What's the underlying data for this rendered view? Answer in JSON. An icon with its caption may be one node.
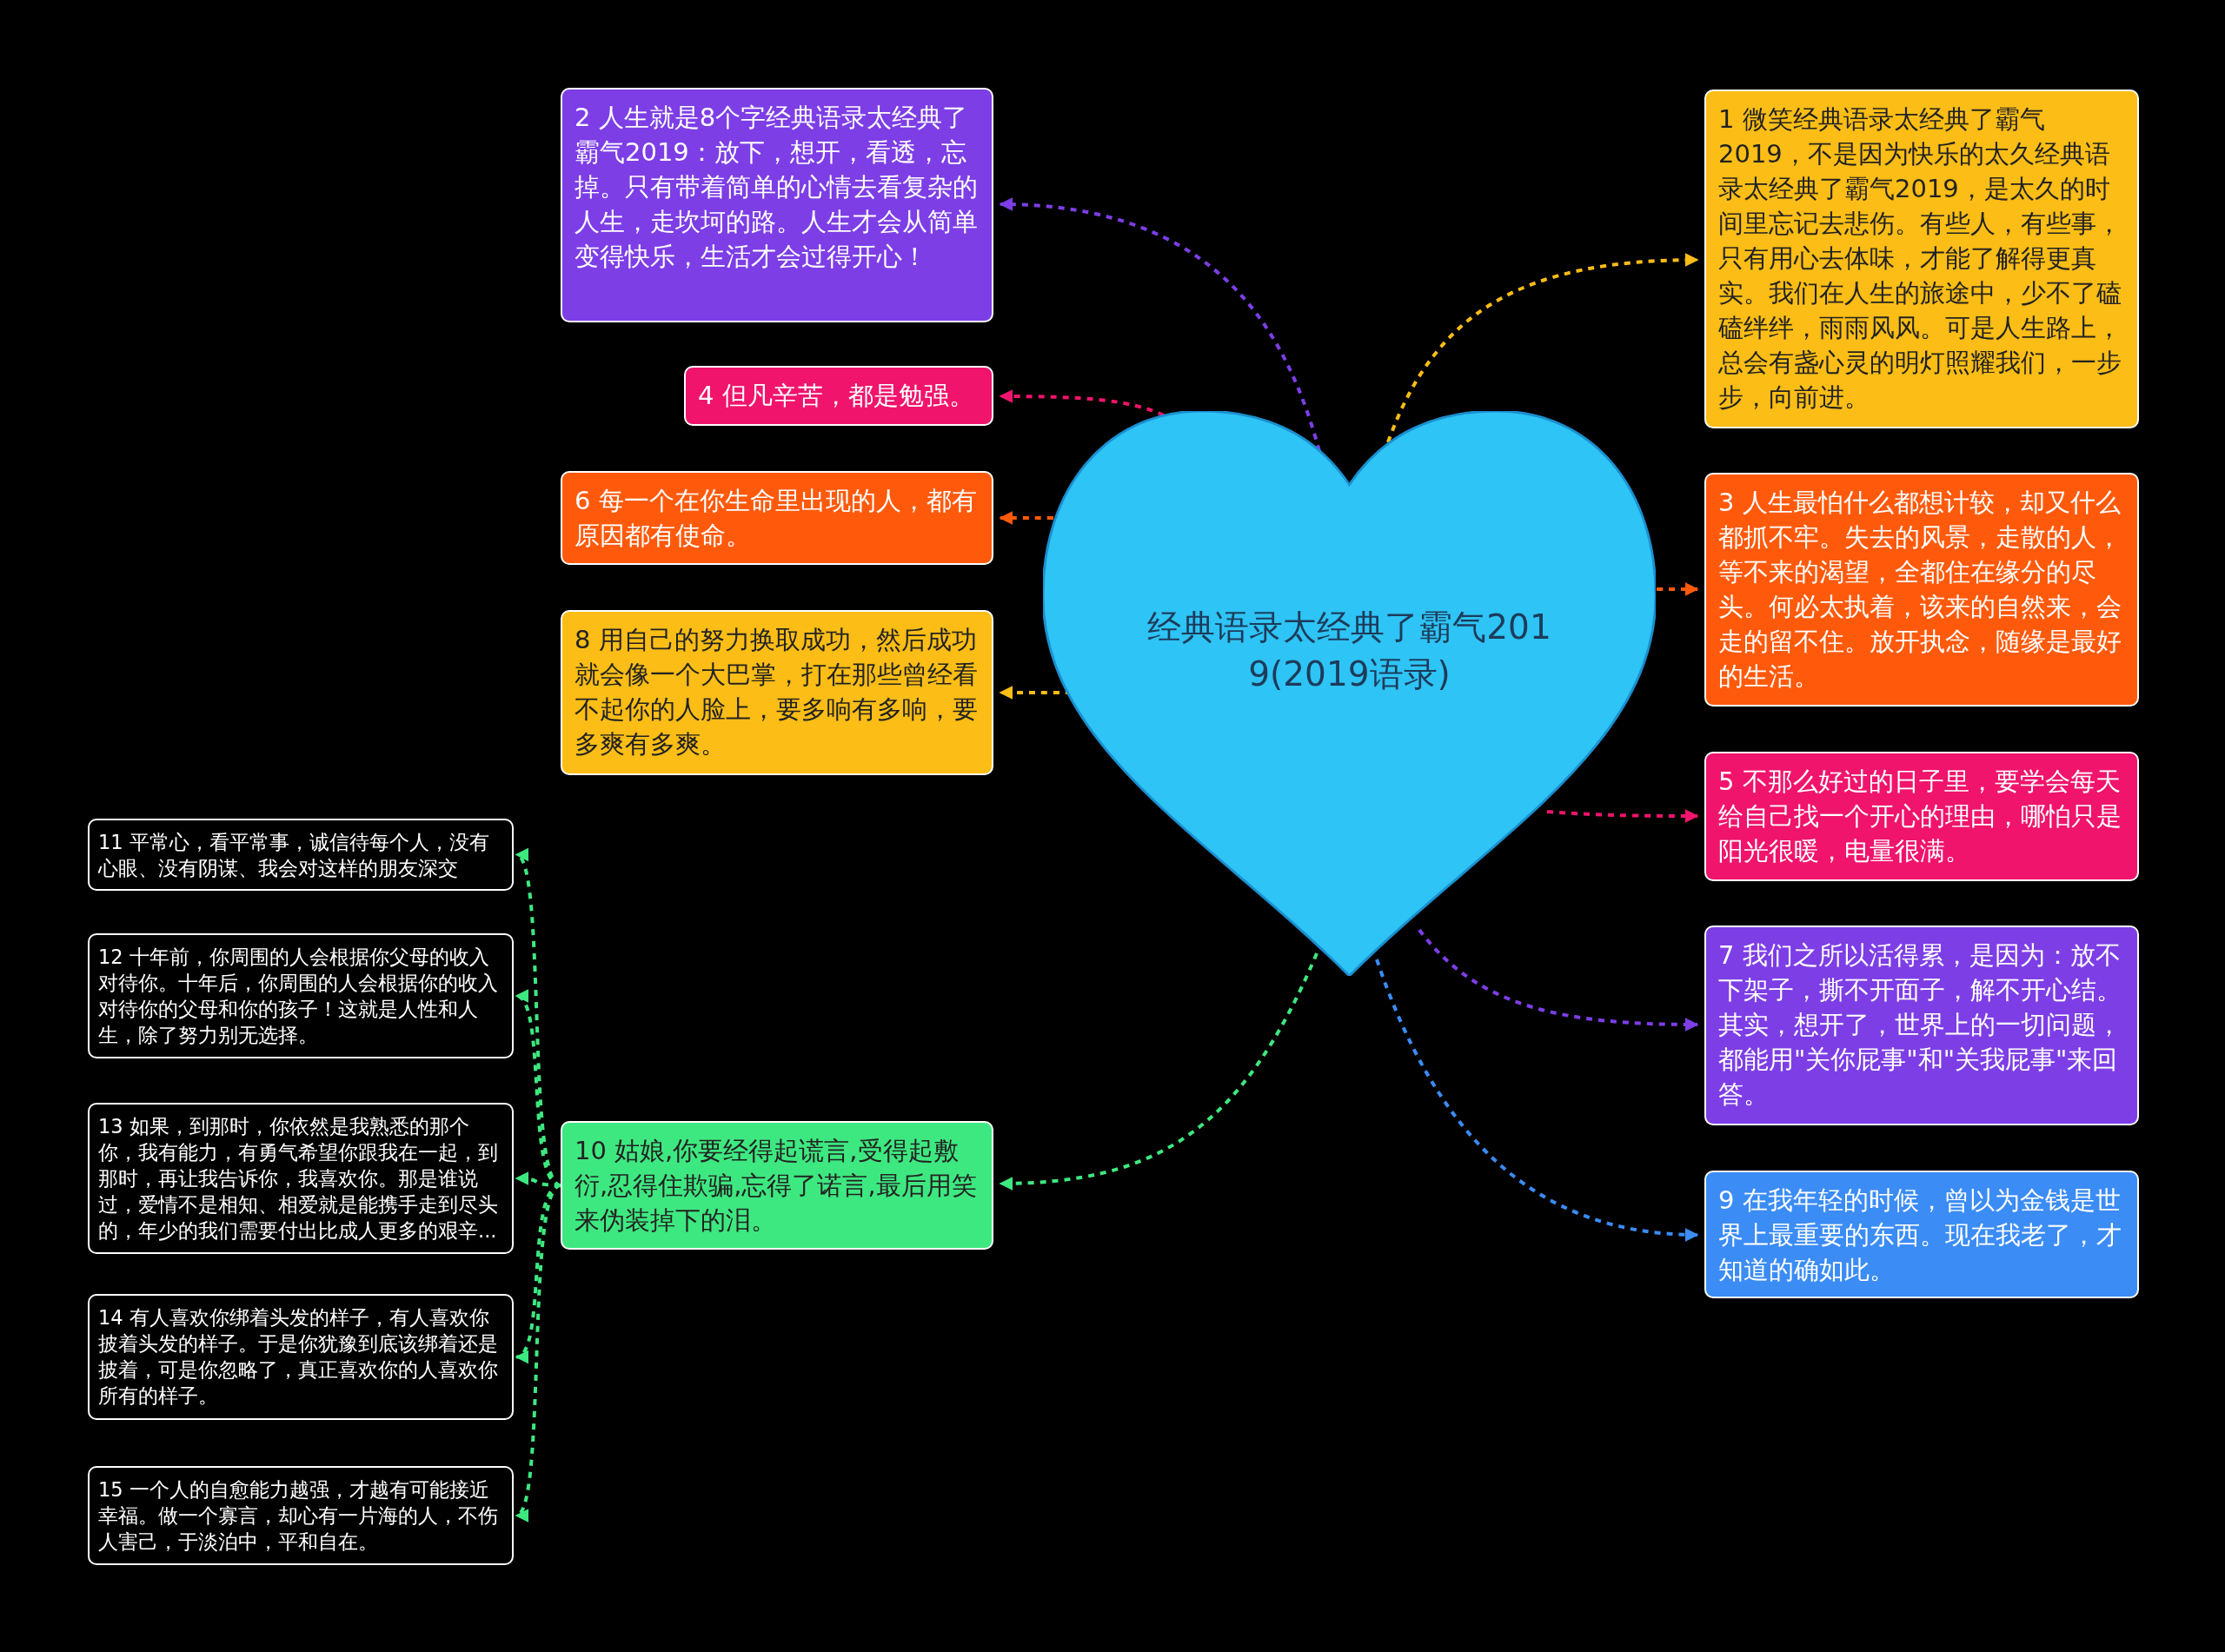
{
  "diagram": {
    "nodes": [
      {
        "text": [
          "经典语录太经典了霸气2019(2019语录)"
        ]
      },
      {
        "text": [
          "1 微笑经典语录太经典了霸气2019，不是因为快乐的太久经典语录太经典了霸气2019，是太久的时间里忘记去悲伤。有些人，有些事，只有用心去体味，才能了解得更真实。我们在人生的旅途中，少不了磕磕绊绊，雨雨风风。可是人生路上，总会有盏心灵的明灯照耀我们，一步步，向前进。"
        ]
      },
      {
        "text": [
          "2 人生就是8个字经典语录太经典了霸气2019：放下，想开，看透，忘掉。只有带着简单的心情去看复杂的人生，走坎坷的路。人生才会从简单变得快乐，生活才会过得开心！"
        ]
      },
      {
        "text": [
          "3 人生最怕什么都想计较，却又什么都抓不牢。失去的风景，走散的人，等不来的渴望，全都住在缘分的尽头。何必太执着，该来的自然来，会走的留不住。放开执念，随缘是最好的生活。"
        ]
      },
      {
        "text": [
          "4 但凡辛苦，都是勉强。"
        ]
      },
      {
        "text": [
          "5 不那么好过的日子里，要学会每天给自己找一个开心的理由，哪怕只是阳光很暖，电量很满。"
        ]
      },
      {
        "text": [
          "6 每一个在你生命里出现的人，都有原因都有使命。"
        ]
      },
      {
        "text": [
          "7 我们之所以活得累，是因为：放不下架子，撕不开面子，解不开心结。其实，想开了，世界上的一切问题，都能用\"关你屁事\"和\"关我屁事\"来回答。"
        ]
      },
      {
        "text": [
          "8 用自己的努力换取成功，然后成功就会像一个大巴掌，打在那些曾经看不起你的人脸上，要多响有多响，要多爽有多爽。"
        ]
      },
      {
        "text": [
          "9 在我年轻的时候，曾以为金钱是世界上最重要的东西。现在我老了，才知道的确如此。"
        ]
      },
      {
        "text": [
          "10 姑娘,你要经得起谎言,受得起敷衍,忍得住欺骗,忘得了诺言,最后用笑来伪装掉下的泪。"
        ]
      },
      {
        "text": [
          "11 平常心，看平常事，诚信待每个人，没有心眼、没有阴谋、我会对这样的朋友深交"
        ]
      },
      {
        "text": [
          "12 十年前，你周围的人会根据你父母的收入对待你。十年后，你周围的人会根据你的收入对待你的父母和你的孩子！这就是人性和人生，除了努力别无选择。"
        ]
      },
      {
        "text": [
          "13 如果，到那时，你依然是我熟悉的那个你，我有能力，有勇气希望你跟我在一起，到那时，再让我告诉你，我喜欢你。那是谁说过，爱情不是相知、相爱就是能携手走到尽头的，年少的我们需要付出比成人更多的艰辛..."
        ]
      },
      {
        "text": [
          "14 有人喜欢你绑着头发的样子，有人喜欢你披着头发的样子。于是你犹豫到底该绑着还是披着，可是你忽略了，真正喜欢你的人喜欢你所有的样子。"
        ]
      },
      {
        "text": [
          "15 一个人的自愈能力越强，才越有可能接近幸福。做一个寡言，却心有一片海的人，不伤人害己，于淡泊中，平和自在。"
        ]
      }
    ],
    "edges": [
      {
        "from": 0,
        "to": 2,
        "arrow": "to",
        "style": "dashed",
        "color": "#7d3ee6"
      },
      {
        "from": 0,
        "to": 4,
        "arrow": "to",
        "style": "dashed",
        "color": "#f0146c"
      },
      {
        "from": 0,
        "to": 6,
        "arrow": "to",
        "style": "dashed",
        "color": "#ff5a0c"
      },
      {
        "from": 0,
        "to": 8,
        "arrow": "to",
        "style": "dashed",
        "color": "#fbbd16"
      },
      {
        "from": 0,
        "to": 10,
        "arrow": "to",
        "style": "dashed",
        "color": "#3ee880"
      },
      {
        "from": 0,
        "to": 1,
        "arrow": "to",
        "style": "dashed",
        "color": "#fbbd16"
      },
      {
        "from": 0,
        "to": 3,
        "arrow": "to",
        "style": "dashed",
        "color": "#ff5a0c"
      },
      {
        "from": 0,
        "to": 5,
        "arrow": "to",
        "style": "dashed",
        "color": "#f0146c"
      },
      {
        "from": 0,
        "to": 7,
        "arrow": "to",
        "style": "dashed",
        "color": "#7d3ee6"
      },
      {
        "from": 0,
        "to": 9,
        "arrow": "to",
        "style": "dashed",
        "color": "#3b8cf5"
      },
      {
        "from": 10,
        "to": 11,
        "arrow": "to",
        "style": "dashed",
        "color": "#3ee880"
      },
      {
        "from": 10,
        "to": 12,
        "arrow": "to",
        "style": "dashed",
        "color": "#3ee880"
      },
      {
        "from": 10,
        "to": 13,
        "arrow": "to",
        "style": "dashed",
        "color": "#3ee880"
      },
      {
        "from": 10,
        "to": 14,
        "arrow": "to",
        "style": "dashed",
        "color": "#3ee880"
      },
      {
        "from": 10,
        "to": 15,
        "arrow": "to",
        "style": "dashed",
        "color": "#3ee880"
      }
    ]
  }
}
